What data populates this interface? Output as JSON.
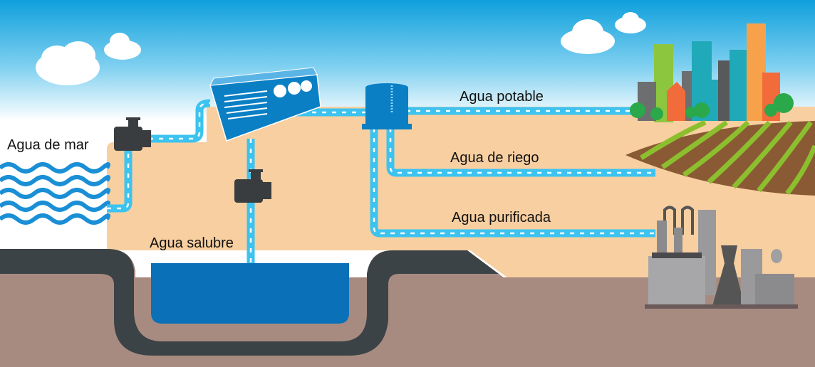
{
  "labels": {
    "sea_water": "Agua de mar",
    "brackish_water": "Agua salubre",
    "potable_water": "Agua potable",
    "irrigation_water": "Agua de riego",
    "purified_water": "Agua purificada"
  },
  "colors": {
    "sky_top": "#0fa0dc",
    "sand": "#f8cfa0",
    "pipe": "#3cc3ef",
    "equipment_blue": "#0a7fc4",
    "pump": "#3a3d40",
    "ground": "#a88b80",
    "rock": "#3c4347",
    "pool": "#0a70b8"
  },
  "icons": [
    "cloud-icon",
    "waves-icon",
    "pump-icon",
    "desalination-unit-icon",
    "water-tank-icon",
    "city-icon",
    "field-icon",
    "factory-icon"
  ]
}
